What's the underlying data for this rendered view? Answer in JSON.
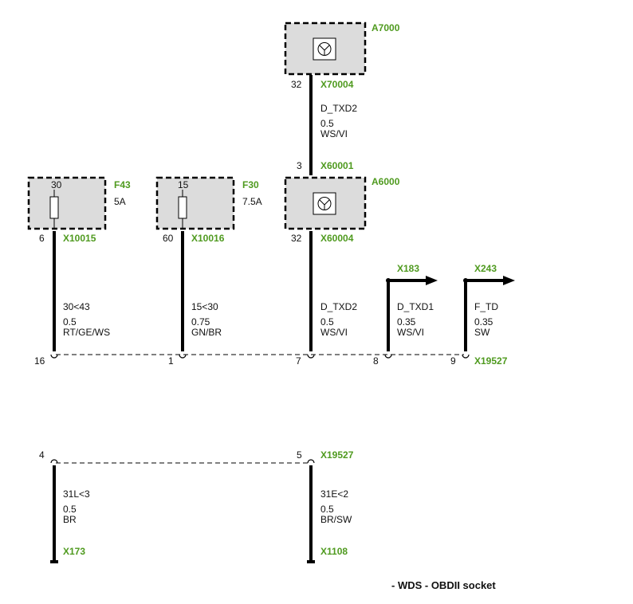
{
  "title": "- WDS - OBDII socket",
  "modules": {
    "a7000": {
      "name": "A7000",
      "connector": "X70004",
      "pin": "32"
    },
    "a6000": {
      "name": "A6000",
      "connector_top": "X60001",
      "pin_top": "3",
      "connector_bottom": "X60004",
      "pin_bottom": "32"
    },
    "f43": {
      "name": "F43",
      "rating": "5A",
      "pin_top": "30",
      "pin_bottom": "6",
      "connector": "X10015"
    },
    "f30": {
      "name": "F30",
      "rating": "7.5A",
      "pin_top": "15",
      "pin_bottom": "60",
      "connector": "X10016"
    }
  },
  "wires": {
    "w_a7000_a6000": {
      "signal": "D_TXD2",
      "size": "0.5",
      "color": "WS/VI"
    },
    "w_f43": {
      "signal": "30<43",
      "size": "0.5",
      "color": "RT/GE/WS"
    },
    "w_f30": {
      "signal": "15<30",
      "size": "0.75",
      "color": "GN/BR"
    },
    "w_a6000": {
      "signal": "D_TXD2",
      "size": "0.5",
      "color": "WS/VI"
    },
    "w_x183": {
      "signal": "D_TXD1",
      "size": "0.35",
      "color": "WS/VI"
    },
    "w_x243": {
      "signal": "F_TD",
      "size": "0.35",
      "color": "SW"
    },
    "w_x173": {
      "signal": "31L<3",
      "size": "0.5",
      "color": "BR"
    },
    "w_x1108": {
      "signal": "31E<2",
      "size": "0.5",
      "color": "BR/SW"
    }
  },
  "arrows": {
    "x183": "X183",
    "x243": "X243"
  },
  "socket": {
    "connector": "X19527",
    "pins_top": [
      "16",
      "1",
      "7",
      "8",
      "9"
    ],
    "pins_bottom": [
      "4",
      "5"
    ]
  },
  "grounds": {
    "x173": "X173",
    "x1108": "X1108"
  }
}
